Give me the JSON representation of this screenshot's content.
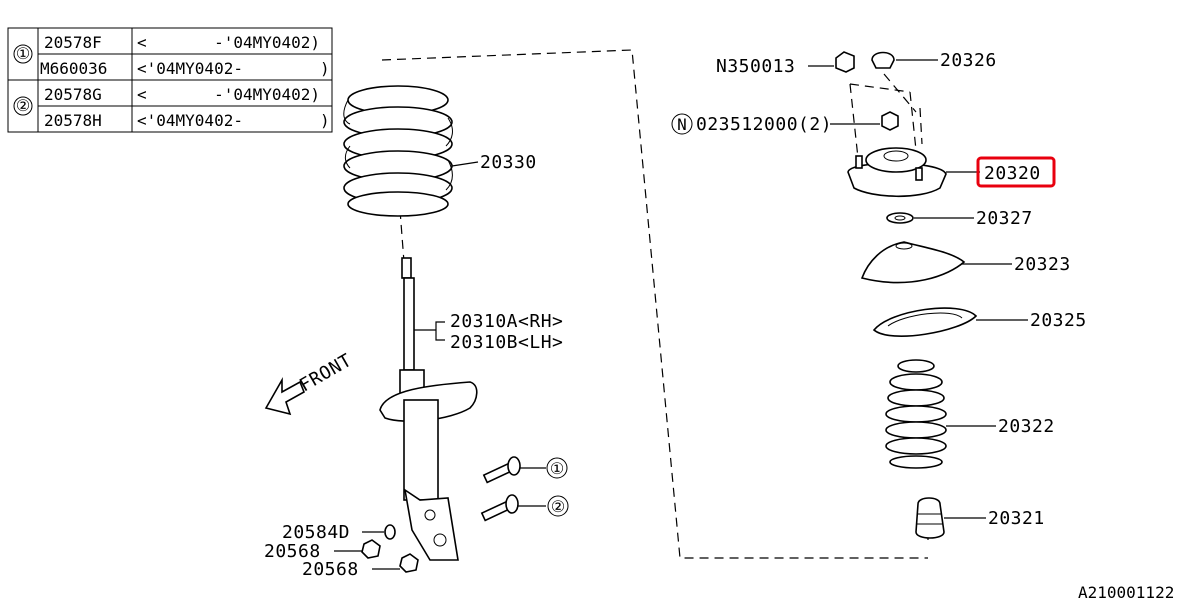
{
  "table": {
    "rows": [
      {
        "ref": "①",
        "part": "20578F",
        "range": "<       -'04MY0402)"
      },
      {
        "ref": "",
        "part": "M660036",
        "range": "<'04MY0402-        )"
      },
      {
        "ref": "②",
        "part": "20578G",
        "range": "<       -'04MY0402)"
      },
      {
        "ref": "",
        "part": "20578H",
        "range": "<'04MY0402-        )"
      }
    ]
  },
  "labels": {
    "coil_spring": "20330",
    "strut_rh": "20310A<RH>",
    "strut_lh": "20310B<LH>",
    "front": "FRONT",
    "bolt_1": "①",
    "bolt_2": "②",
    "washer": "20584D",
    "nut_a": "20568",
    "nut_b": "20568",
    "top_nut": "N350013",
    "cap": "20326",
    "nut_n": "023512000(2)",
    "nut_n_symbol": "N",
    "mount": "20320",
    "washer_small": "20327",
    "spring_seat": "20323",
    "rubber_seat": "20325",
    "dust_boot": "20322",
    "bump_stop": "20321"
  },
  "highlight_color": "#e8000e",
  "diagram_id": "A210001122"
}
